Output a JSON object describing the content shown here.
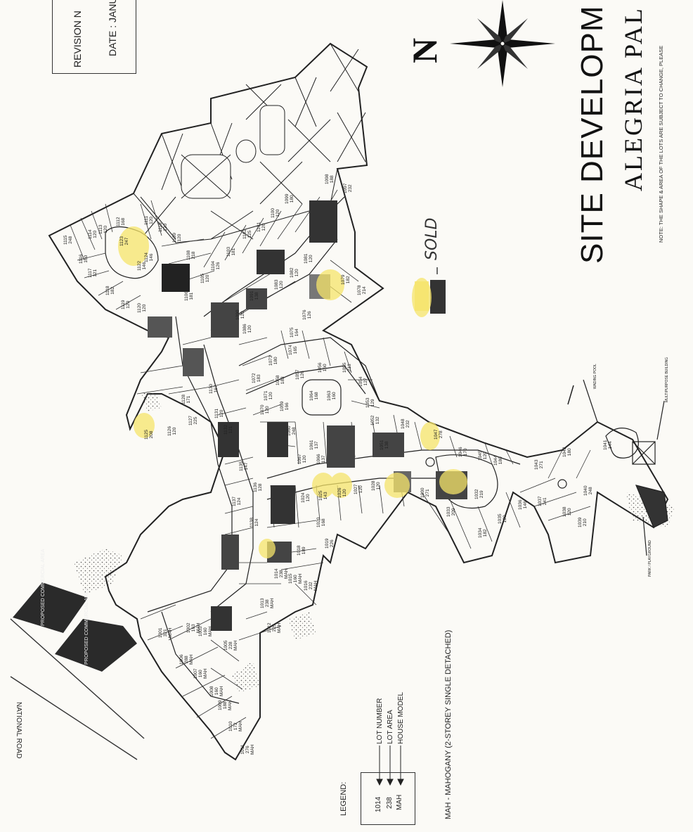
{
  "header": {
    "title": "SITE DEVELOPM",
    "subtitle": "ALEGRIA PAL",
    "note": "NOTE: THE SHAPE & AREA OF THE LOTS ARE SUBJECT TO CHANGE, PLEASE",
    "revision_label": "REVISION N",
    "date_label": "DATE : JANU"
  },
  "compass": {
    "label": "N"
  },
  "annotations": {
    "sold": "SOLD"
  },
  "legend": {
    "title": "LEGEND:",
    "box_values": [
      "1014",
      "238",
      "MAH"
    ],
    "items": [
      "LOT NUMBER",
      "LOT AREA",
      "HOUSE MODEL"
    ],
    "model_note": "MAH  -  MAHOGANY (2-STOREY SINGLE DETACHED)"
  },
  "labels": {
    "national_road": "NATIONAL ROAD",
    "commercial_1": "PROPOSED COMMERCIAL AREA",
    "commercial_2": "PROPOSED COMMERCIAL AREA",
    "wading_pool": "WADING POOL",
    "multipurpose": "MULTIPURPOSE BUILDING",
    "park": "PARK / PLAYGROUND"
  },
  "lots": [
    {
      "lot": "1115",
      "area": "248"
    },
    {
      "lot": "1114",
      "area": "120"
    },
    {
      "lot": "1113",
      "area": "120"
    },
    {
      "lot": "1112",
      "area": "168"
    },
    {
      "lot": "1116",
      "area": "160"
    },
    {
      "lot": "1117",
      "area": "121"
    },
    {
      "lot": "1118",
      "area": "182"
    },
    {
      "lot": "1119",
      "area": "120"
    },
    {
      "lot": "1120",
      "area": "120"
    },
    {
      "lot": "1123",
      "area": "247"
    },
    {
      "lot": "1122",
      "area": "146"
    },
    {
      "lot": "1124",
      "area": "146"
    },
    {
      "lot": "1111",
      "area": "120"
    },
    {
      "lot": "1110",
      "area": "120"
    },
    {
      "lot": "1109",
      "area": "120"
    },
    {
      "lot": "1108",
      "area": "218"
    },
    {
      "lot": "1106",
      "area": "181"
    },
    {
      "lot": "1105",
      "area": "120"
    },
    {
      "lot": "1104",
      "area": "126"
    },
    {
      "lot": "1103",
      "area": "181"
    },
    {
      "lot": "1102",
      "area": "125"
    },
    {
      "lot": "1101",
      "area": "120"
    },
    {
      "lot": "1100",
      "area": "120"
    },
    {
      "lot": "1099",
      "area": "180"
    },
    {
      "lot": "1098",
      "area": "188"
    },
    {
      "lot": "1097",
      "area": "232"
    },
    {
      "lot": "1091",
      "area": "138"
    },
    {
      "lot": "1090",
      "area": "120"
    },
    {
      "lot": "1086",
      "area": "120"
    },
    {
      "lot": "1083",
      "area": "120"
    },
    {
      "lot": "1082",
      "area": "120"
    },
    {
      "lot": "1081",
      "area": "120"
    },
    {
      "lot": "1079",
      "area": "182"
    },
    {
      "lot": "1078",
      "area": "214"
    },
    {
      "lot": "1076",
      "area": "126"
    },
    {
      "lot": "1075",
      "area": "164"
    },
    {
      "lot": "1074",
      "area": "165"
    },
    {
      "lot": "1073",
      "area": "180"
    },
    {
      "lot": "1072",
      "area": "183"
    },
    {
      "lot": "1058",
      "area": "183"
    },
    {
      "lot": "1057",
      "area": "126"
    },
    {
      "lot": "1056",
      "area": "160"
    },
    {
      "lot": "1055",
      "area": "213"
    },
    {
      "lot": "1054",
      "area": "127"
    },
    {
      "lot": "1053",
      "area": "129"
    },
    {
      "lot": "1052",
      "area": "132"
    },
    {
      "lot": "1071",
      "area": "120"
    },
    {
      "lot": "1070",
      "area": "120"
    },
    {
      "lot": "1059",
      "area": "166"
    },
    {
      "lot": "1064",
      "area": "168"
    },
    {
      "lot": "1063",
      "area": "160"
    },
    {
      "lot": "1060",
      "area": "248"
    },
    {
      "lot": "1061",
      "area": "137"
    },
    {
      "lot": "1066",
      "area": "137"
    },
    {
      "lot": "1067",
      "area": "120"
    },
    {
      "lot": "1051",
      "area": "138"
    },
    {
      "lot": "1048",
      "area": "232"
    },
    {
      "lot": "1047",
      "area": "278"
    },
    {
      "lot": "1046",
      "area": "170"
    },
    {
      "lot": "1045",
      "area": "120"
    },
    {
      "lot": "1044",
      "area": "180"
    },
    {
      "lot": "1128",
      "area": "171"
    },
    {
      "lot": "1127",
      "area": "225"
    },
    {
      "lot": "1126",
      "area": "120"
    },
    {
      "lot": "1125",
      "area": "208"
    },
    {
      "lot": "1130",
      "area": "167"
    },
    {
      "lot": "1131",
      "area": "120"
    },
    {
      "lot": "1132",
      "area": "121"
    },
    {
      "lot": "1135",
      "area": "147"
    },
    {
      "lot": "1136",
      "area": "128"
    },
    {
      "lot": "1137",
      "area": "124"
    },
    {
      "lot": "1138",
      "area": "124"
    },
    {
      "lot": "1024",
      "area": "120"
    },
    {
      "lot": "1025",
      "area": "143"
    },
    {
      "lot": "1026",
      "area": "120"
    },
    {
      "lot": "1027",
      "area": "120"
    },
    {
      "lot": "1028",
      "area": "120"
    },
    {
      "lot": "1020",
      "area": "168"
    },
    {
      "lot": "1019",
      "area": "226"
    },
    {
      "lot": "1018",
      "area": "189"
    },
    {
      "lot": "1030",
      "area": "271"
    },
    {
      "lot": "1033",
      "area": "209"
    },
    {
      "lot": "1032",
      "area": "219"
    },
    {
      "lot": "1034",
      "area": "182"
    },
    {
      "lot": "1035",
      "area": "120"
    },
    {
      "lot": "1036",
      "area": "146"
    },
    {
      "lot": "1037",
      "area": "241"
    },
    {
      "lot": "1038",
      "area": "120"
    },
    {
      "lot": "1039",
      "area": "210"
    },
    {
      "lot": "1040",
      "area": "248"
    },
    {
      "lot": "1041",
      "area": "144"
    },
    {
      "lot": "1042",
      "area": "180"
    },
    {
      "lot": "1043",
      "area": "271"
    },
    {
      "lot": "1014",
      "area": "238",
      "model": "MAH"
    },
    {
      "lot": "1015",
      "area": "160",
      "model": "MAH"
    },
    {
      "lot": "1016",
      "area": "232",
      "model": "MAH"
    },
    {
      "lot": "1013",
      "area": "238",
      "model": "MAH"
    },
    {
      "lot": "1012",
      "area": "225",
      "model": "MAH"
    },
    {
      "lot": "1001",
      "area": "321",
      "model": "MAH"
    },
    {
      "lot": "1002",
      "area": "163",
      "model": "MAH"
    },
    {
      "lot": "1003",
      "area": "160",
      "model": "MAH"
    },
    {
      "lot": "1005",
      "area": "228",
      "model": "MAH"
    },
    {
      "lot": "1006",
      "area": "288",
      "model": "MAH"
    },
    {
      "lot": "1007",
      "area": "160",
      "model": "MAH"
    },
    {
      "lot": "1008",
      "area": "160",
      "model": "MAH"
    },
    {
      "lot": "1009",
      "area": "188",
      "model": "MAH"
    },
    {
      "lot": "1010",
      "area": "172",
      "model": "MAH"
    },
    {
      "lot": "1011",
      "area": "276",
      "model": "MAH"
    }
  ]
}
